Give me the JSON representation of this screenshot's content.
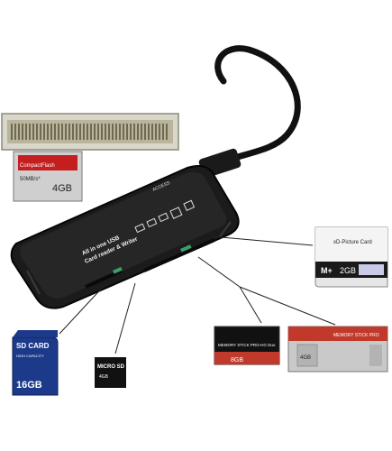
{
  "reader": {
    "access_label": "ACCESS",
    "line1": "All in one USB",
    "line2": "Card reader & Writer"
  },
  "cards": {
    "compactflash": {
      "brand": "CompactFlash",
      "speed": "50MB/s*",
      "capacity": "4GB"
    },
    "xd": {
      "brand": "xD-Picture Card",
      "type": "M+",
      "capacity": "2GB"
    },
    "sd": {
      "brand": "SD CARD",
      "sub": "HIGH CAPACITY",
      "capacity": "16GB"
    },
    "microsd": {
      "brand": "MICRO SD",
      "capacity": "4GB"
    },
    "memorystick_pro_hg": {
      "brand": "MEMORY STICK PRO-HG Duo",
      "capacity": "8GB"
    },
    "memorystick_pro": {
      "brand": "MEMORY STICK PRO",
      "capacity": "4GB"
    }
  },
  "colors": {
    "reader_body": "#1b1b1b",
    "cable": "#111111",
    "sd_blue": "#1d3a8a",
    "ms_red": "#c0392b",
    "ms_silver": "#c9c9c9"
  }
}
